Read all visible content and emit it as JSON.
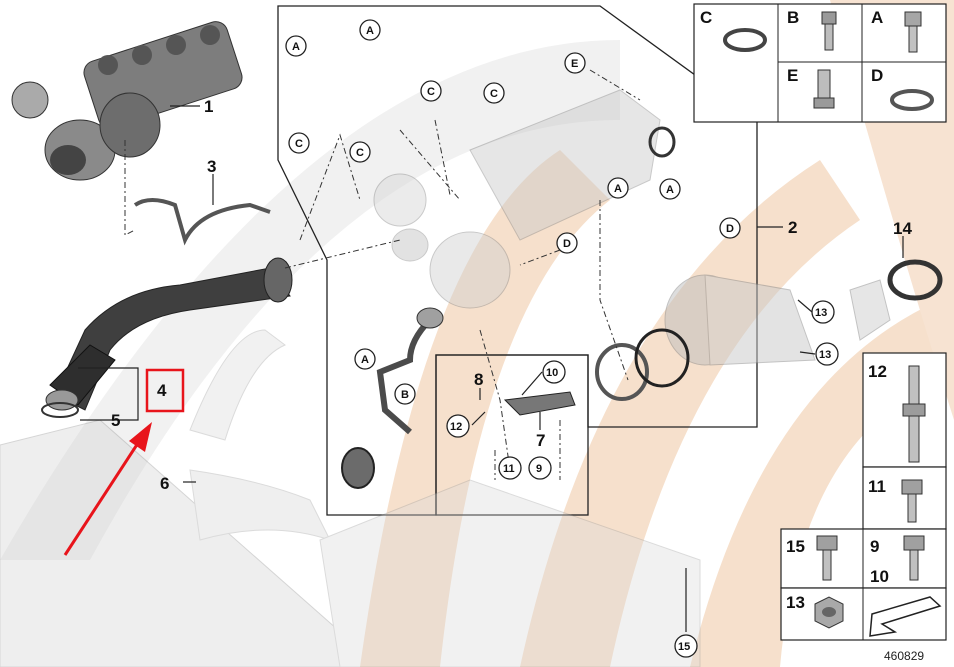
{
  "diagram": {
    "catalog_number": "460829",
    "callouts": {
      "n1": "1",
      "n2": "2",
      "n3": "3",
      "n4": "4",
      "n5": "5",
      "n6": "6",
      "n7": "7",
      "n8": "8",
      "n9": "9",
      "n10": "10",
      "n11": "11",
      "n12": "12",
      "n13": "13",
      "n14": "14",
      "n15": "15"
    },
    "circle_labels": {
      "A": "A",
      "B": "B",
      "C": "C",
      "D": "D",
      "E": "E"
    },
    "legend": {
      "top": [
        "C",
        "B",
        "A",
        "E",
        "D"
      ],
      "side": [
        "12",
        "11",
        "15",
        "9",
        "10",
        "13"
      ]
    },
    "highlight_color": "#e8141b",
    "watermark_color": "#f5d9c2"
  }
}
